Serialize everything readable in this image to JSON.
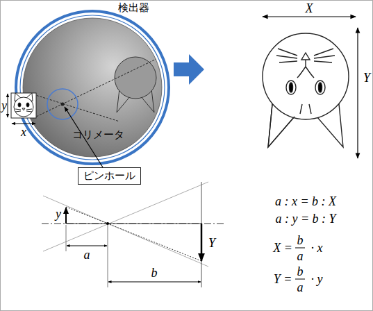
{
  "diagram": {
    "nodes": [
      {
        "text": [
          "検出器"
        ]
      },
      {
        "text": [
          "コリメータ"
        ],
        "in": 0
      },
      {
        "text": [
          "ピンホール"
        ]
      }
    ],
    "labels": [
      "X",
      "Y",
      "y",
      "x",
      "y",
      "a",
      "b",
      "Y",
      "a : x = b : X",
      "a : y = b : Y",
      "X =",
      "b",
      "a",
      "· x",
      "Y =",
      "b",
      "a",
      "· y"
    ]
  }
}
